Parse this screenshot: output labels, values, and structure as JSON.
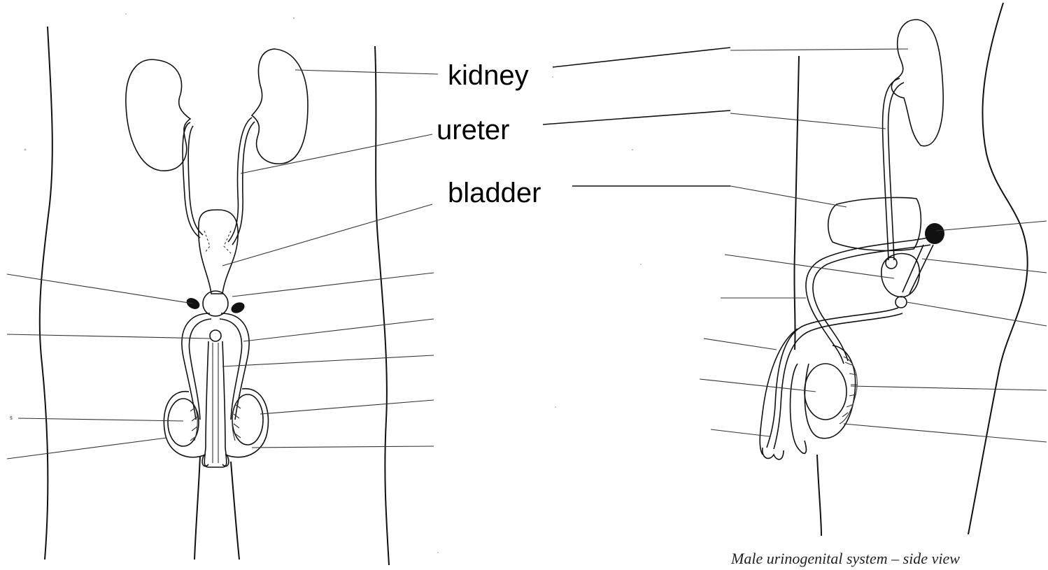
{
  "labels": {
    "kidney": "kidney",
    "ureter": "ureter",
    "bladder": "bladder"
  },
  "stray_mark": "s",
  "caption": "Male urinogenital system – side view"
}
